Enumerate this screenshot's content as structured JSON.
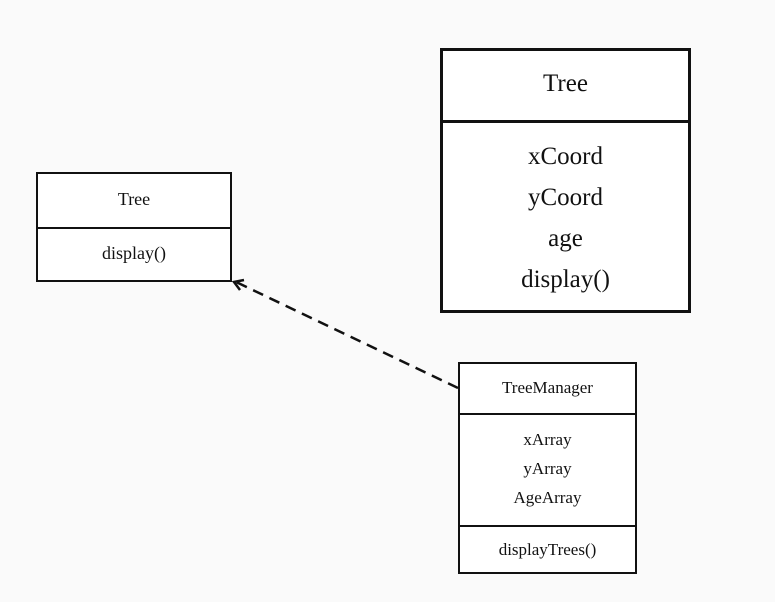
{
  "diagram": {
    "classes": {
      "tree_small": {
        "name": "Tree",
        "operations": [
          "display()"
        ]
      },
      "tree_large": {
        "name": "Tree",
        "members": [
          "xCoord",
          "yCoord",
          "age",
          "display()"
        ]
      },
      "tree_manager": {
        "name": "TreeManager",
        "attributes": [
          "xArray",
          "yArray",
          "AgeArray"
        ],
        "operations": [
          "displayTrees()"
        ]
      }
    },
    "relationships": [
      {
        "from": "TreeManager",
        "to": "Tree",
        "style": "dashed",
        "head": "open-arrow"
      }
    ]
  }
}
